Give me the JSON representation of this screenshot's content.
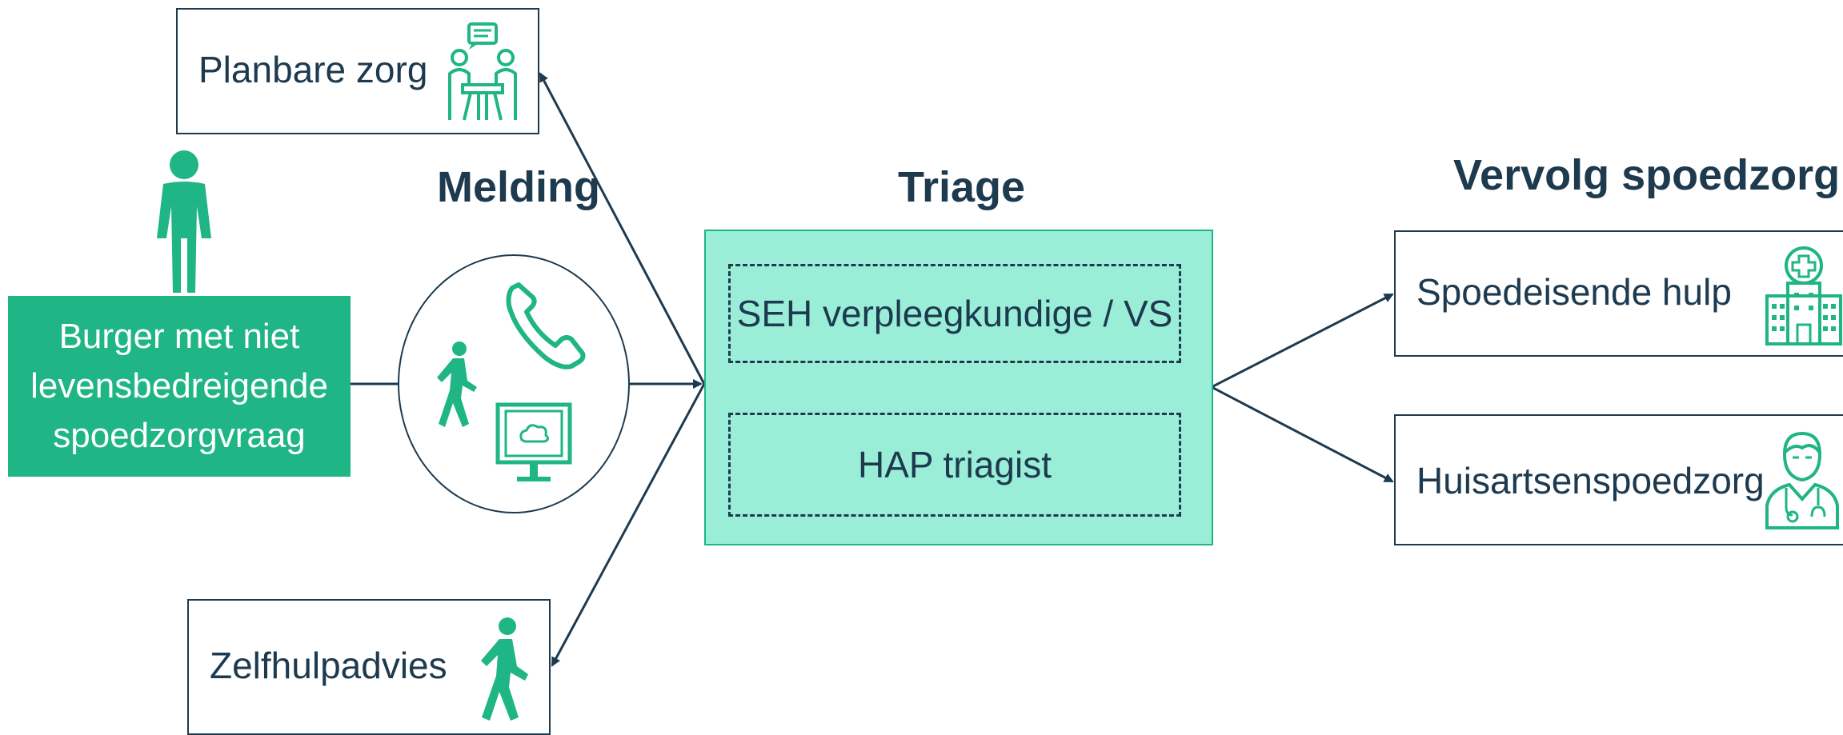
{
  "headings": {
    "melding": "Melding",
    "triage": "Triage",
    "vervolg": "Vervolg spoedzorg"
  },
  "citizen": {
    "lines": [
      "Burger met niet",
      "levensbedreigende",
      "spoedzorgvraag"
    ]
  },
  "triage": {
    "roles": [
      "SEH verpleegkundige / VS",
      "HAP triagist"
    ]
  },
  "outcomes": {
    "planbare": "Planbare zorg",
    "zelfhulp": "Zelfhulpadvies",
    "seh": "Spoedeisende hulp",
    "huisarts": "Huisartsenspoedzorg"
  },
  "icons": {
    "citizen": "person-icon",
    "planbare": "consultation-icon",
    "zelfhulp": "walking-person-icon",
    "seh": "hospital-icon",
    "huisarts": "doctor-icon",
    "melding": [
      "walking-person-icon",
      "phone-icon",
      "computer-cloud-icon"
    ]
  },
  "colors": {
    "accent": "#1fb585",
    "triage_fill": "#9aeed8",
    "line": "#1d3a4f"
  }
}
